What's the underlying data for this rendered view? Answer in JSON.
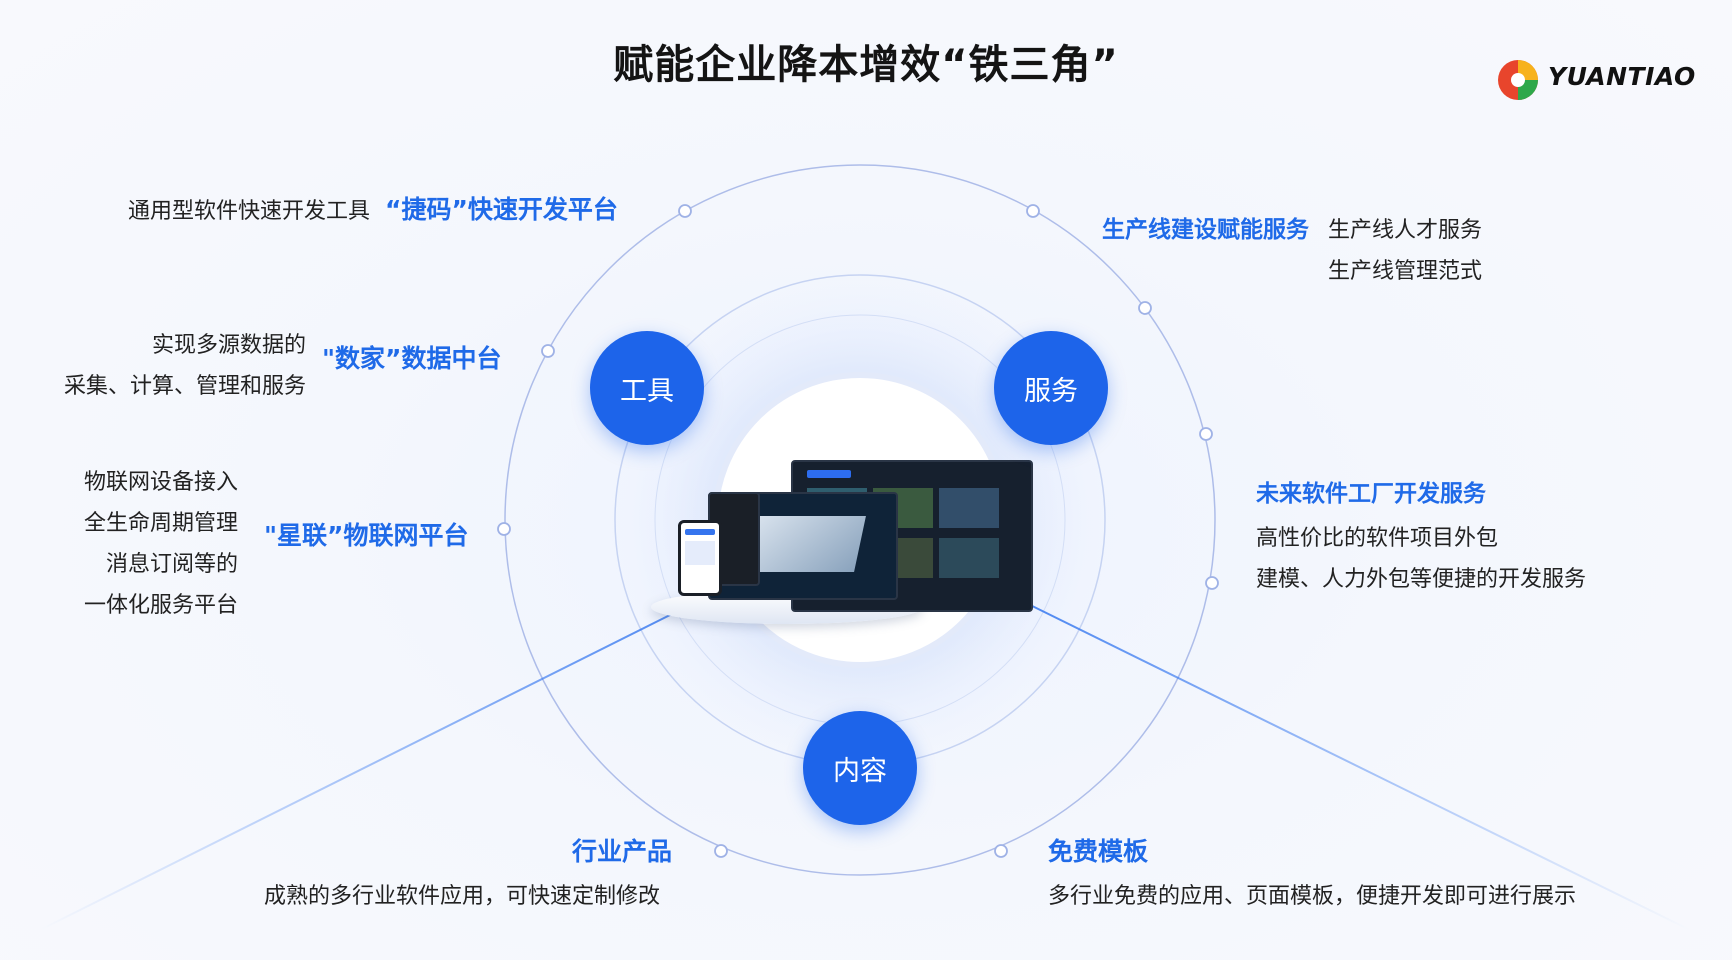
{
  "title": "赋能企业降本增效“铁三角”",
  "logo": {
    "text": "YUANTIAO"
  },
  "hubs": {
    "tools": "工具",
    "service": "服务",
    "content": "内容"
  },
  "tools": {
    "item1": {
      "desc": "通用型软件快速开发工具",
      "name": "“捷码”快速开发平台"
    },
    "item2": {
      "desc_lines": [
        "实现多源数据的",
        "采集、计算、管理和服务"
      ],
      "name": "\"数家”数据中台"
    },
    "item3": {
      "desc_lines": [
        "物联网设备接入",
        "全生命周期管理",
        "消息订阅等的",
        "一体化服务平台"
      ],
      "name": "\"星联”物联网平台"
    }
  },
  "service": {
    "item1": {
      "name": "生产线建设赋能服务",
      "desc_lines": [
        "生产线人才服务",
        "生产线管理范式"
      ]
    },
    "item2": {
      "name": "未来软件工厂开发服务",
      "desc_lines": [
        "高性价比的软件项目外包",
        "建模、人力外包等便捷的开发服务"
      ]
    }
  },
  "content": {
    "item1": {
      "name": "行业产品",
      "desc": "成熟的多行业软件应用，可快速定制修改"
    },
    "item2": {
      "name": "免费模板",
      "desc": "多行业免费的应用、页面模板，便捷开发即可进行展示"
    }
  },
  "colors": {
    "accent": "#1d64ea",
    "highlight_text": "#1f6ae8",
    "ring": "#aebde9"
  }
}
